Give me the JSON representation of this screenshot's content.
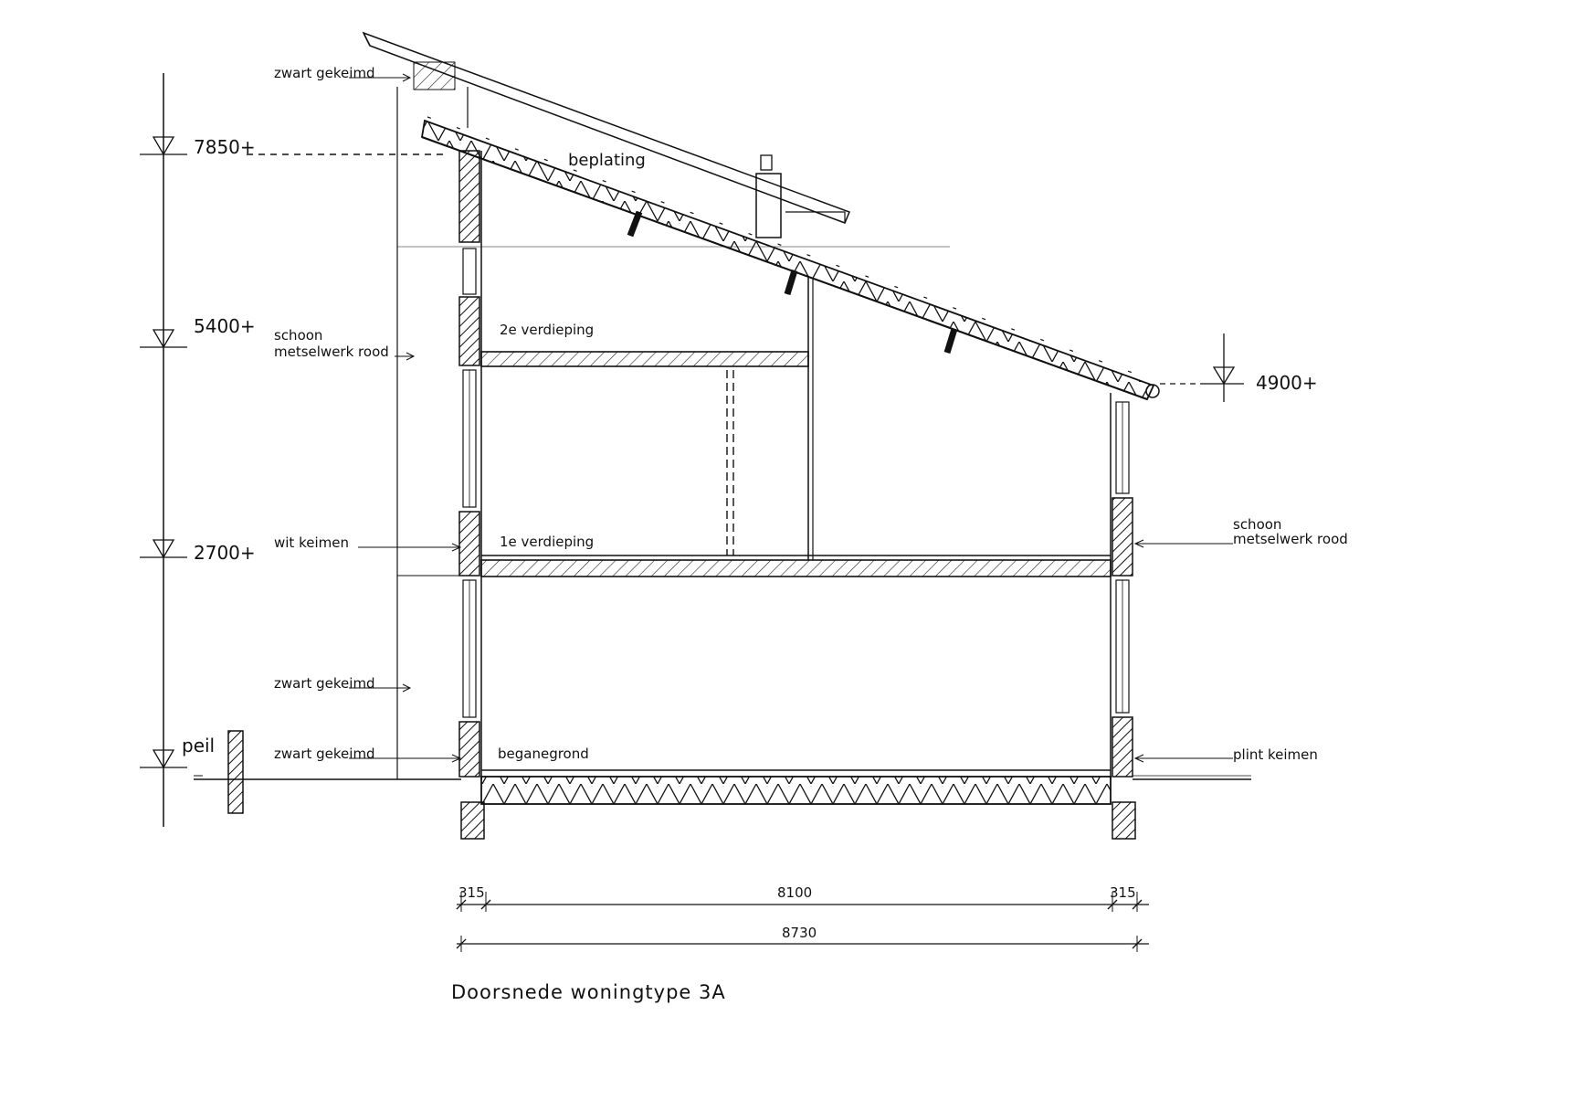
{
  "drawing": {
    "caption": "Doorsnede woningtype 3A",
    "levels": [
      "7850+",
      "5400+",
      "2700+",
      "peil"
    ],
    "level_right": "4900+",
    "floors": {
      "second": "2e verdieping",
      "first": "1e verdieping",
      "ground": "beganegrond"
    },
    "roof_label": "beplating",
    "left_labels": {
      "top": "zwart gekeimd",
      "mid_line1": "schoon",
      "mid_line2": "metselwerk rood",
      "wit": "wit keimen",
      "low": "zwart gekeimd",
      "base": "zwart gekeimd"
    },
    "right_labels": {
      "line1": "schoon",
      "line2": "metselwerk rood",
      "plint": "plint keimen"
    },
    "dimensions": {
      "left_wall": "315",
      "inner": "8100",
      "right_wall": "315",
      "total": "8730"
    },
    "colors": {
      "ink": "#111111",
      "paper": "#ffffff"
    }
  }
}
